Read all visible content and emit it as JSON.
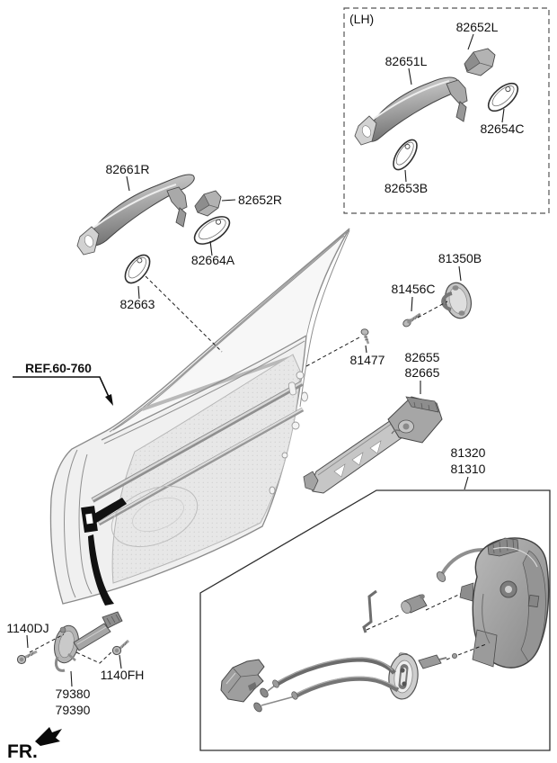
{
  "inset_lh_box": {
    "corner_tag": "(LH)",
    "labels": {
      "outer_handle": "82651L",
      "handle_cover": "82652L",
      "gasket_upper": "82654C",
      "gasket_lower": "82653B"
    }
  },
  "door_assembly": {
    "ref_callout": "REF.60-760",
    "labels": {
      "outer_handle": "82661R",
      "handle_cover": "82652R",
      "gasket_upper": "82664A",
      "gasket_lower": "82663",
      "striker": "81350B",
      "striker_screw": "81456C",
      "screw": "81477",
      "handle_base_1": "82655",
      "handle_base_2": "82665"
    }
  },
  "latch_box": {
    "labels": {
      "latch_1": "81320",
      "latch_2": "81310"
    }
  },
  "door_checker": {
    "labels": {
      "bolt_front": "1140DJ",
      "bolt_rear": "1140FH",
      "checker_1": "79380",
      "checker_2": "79390"
    }
  },
  "orientation": {
    "front_label": "FR."
  },
  "colors": {
    "background": "#ffffff",
    "line": "#1c1c1c",
    "box_border": "#2e2e2e",
    "part_gray": "#b5b5b5",
    "door_gray": "#f0f0f0",
    "black_detail": "#111111"
  }
}
